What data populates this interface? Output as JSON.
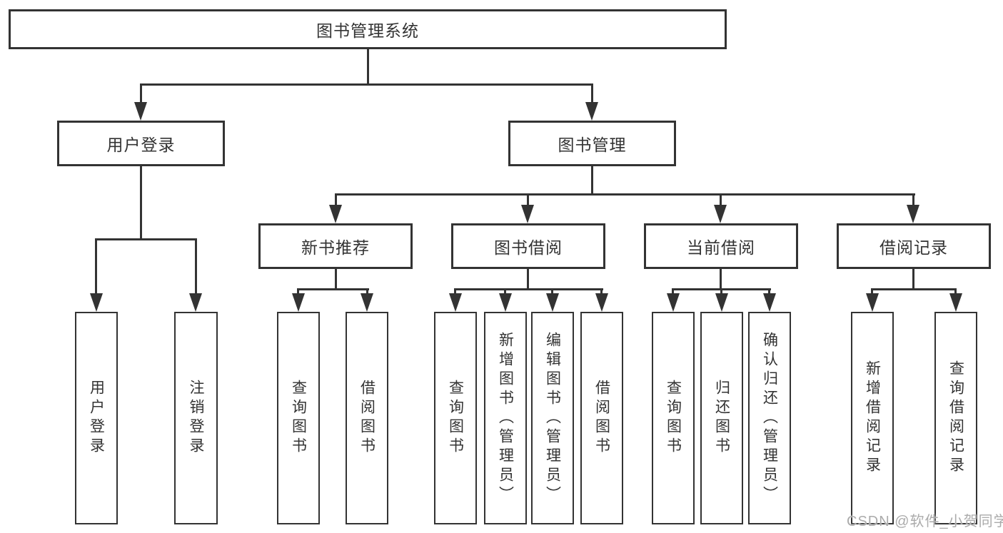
{
  "diagram": {
    "title": "图书管理系统",
    "root": {
      "label": "图书管理系统"
    },
    "level2": [
      {
        "id": "user-login-branch",
        "label": "用户登录"
      },
      {
        "id": "book-management",
        "label": "图书管理"
      }
    ],
    "level3": [
      {
        "id": "new-book-recommend",
        "label": "新书推荐"
      },
      {
        "id": "book-borrow",
        "label": "图书借阅"
      },
      {
        "id": "current-borrow",
        "label": "当前借阅"
      },
      {
        "id": "borrow-records",
        "label": "借阅记录"
      }
    ],
    "leaves": [
      {
        "id": "user-login",
        "label": "用户登录",
        "parent": "用户登录"
      },
      {
        "id": "logout",
        "label": "注销登录",
        "parent": "用户登录"
      },
      {
        "id": "query-books-recommend",
        "label": "查询图书",
        "parent": "新书推荐"
      },
      {
        "id": "borrow-book-recommend",
        "label": "借阅图书",
        "parent": "新书推荐"
      },
      {
        "id": "query-books-borrow",
        "label": "查询图书",
        "parent": "图书借阅"
      },
      {
        "id": "add-book-admin",
        "label": "新增图书（管理员）",
        "parent": "图书借阅"
      },
      {
        "id": "edit-book-admin",
        "label": "编辑图书（管理员）",
        "parent": "图书借阅"
      },
      {
        "id": "borrow-book",
        "label": "借阅图书",
        "parent": "图书借阅"
      },
      {
        "id": "query-books-current",
        "label": "查询图书",
        "parent": "当前借阅"
      },
      {
        "id": "return-book",
        "label": "归还图书",
        "parent": "当前借阅"
      },
      {
        "id": "confirm-return-admin",
        "label": "确认归还（管理员）",
        "parent": "当前借阅"
      },
      {
        "id": "add-borrow-record",
        "label": "新增借阅记录",
        "parent": "借阅记录"
      },
      {
        "id": "query-borrow-record",
        "label": "查询借阅记录",
        "parent": "借阅记录"
      }
    ],
    "watermark": "CSDN @软件_小贺同学",
    "colors": {
      "line": "#333333",
      "text": "#333333",
      "box_fill": "#ffffff",
      "watermark": "#ababab"
    }
  }
}
